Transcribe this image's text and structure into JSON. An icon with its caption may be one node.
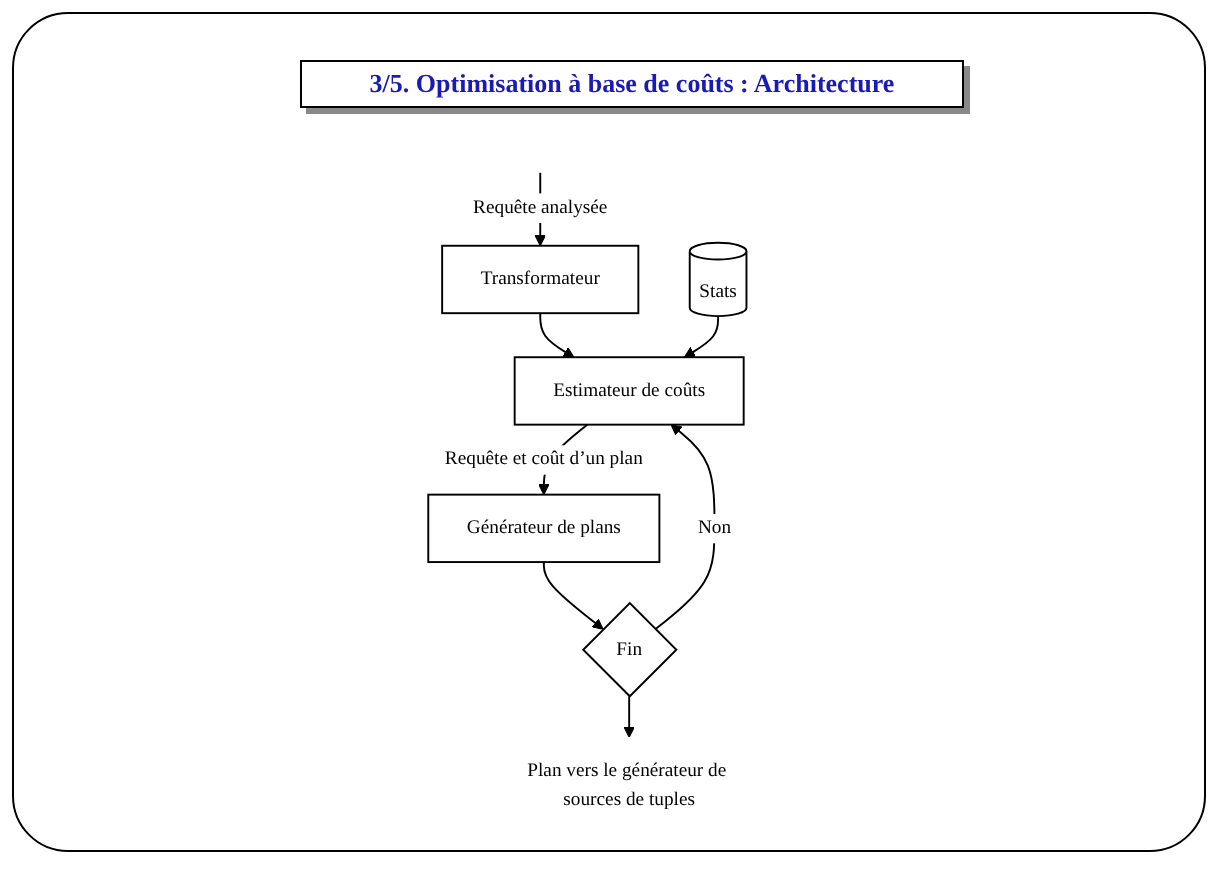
{
  "diagram": {
    "title": "3/5. Optimisation à base de coûts : Architecture",
    "nodes": [
      {
        "text": [
          "Transformateur"
        ]
      },
      {
        "text": [
          "Estimateur de coûts"
        ]
      },
      {
        "text": [
          "Stats"
        ]
      },
      {
        "text": [
          "Générateur de plans"
        ]
      },
      {
        "text": [
          "Fin"
        ]
      },
      {
        "text": [
          "Plan vers le générateur de sources de tuples"
        ]
      }
    ],
    "edges": [
      {
        "from": null,
        "to": 0,
        "arrow": "to",
        "label": "Requête analysée"
      },
      {
        "from": 0,
        "to": 1,
        "arrow": "to"
      },
      {
        "from": 2,
        "to": 1,
        "arrow": "to"
      },
      {
        "from": 1,
        "to": 3,
        "arrow": "to",
        "label": "Requête et coût d’un plan"
      },
      {
        "from": 3,
        "to": 4,
        "arrow": "to"
      },
      {
        "from": 4,
        "to": 1,
        "arrow": "to",
        "label": "Non"
      },
      {
        "from": 4,
        "to": 5,
        "arrow": "to"
      }
    ]
  }
}
